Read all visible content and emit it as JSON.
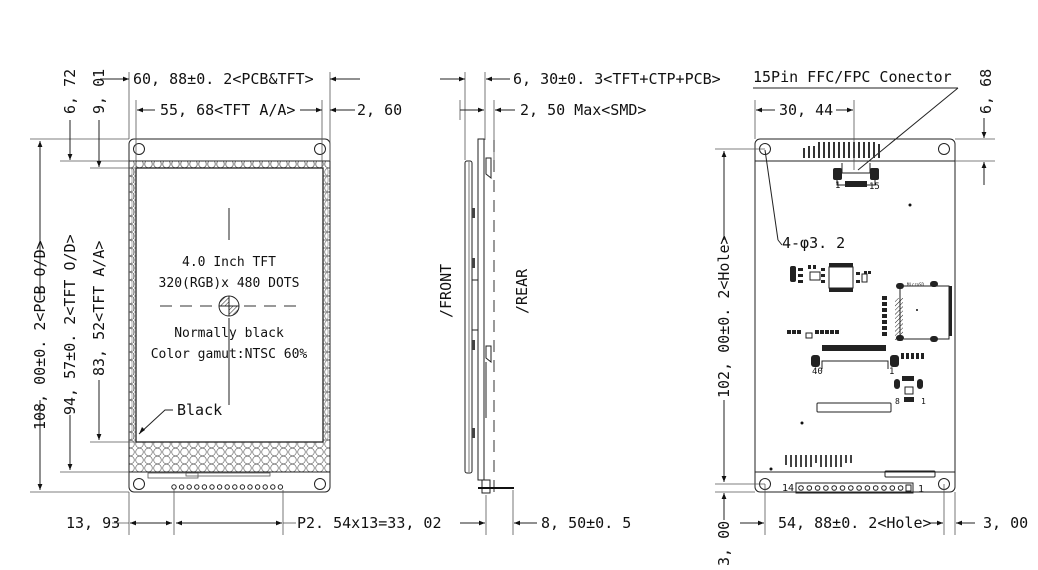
{
  "front_view": {
    "width_pcb_tft": "60, 88±0. 2<PCB&TFT>",
    "width_tft_aa": "55, 68<TFT A/A>",
    "right_margin": "2, 60",
    "top_hole_offset": "6, 72",
    "top_aa_offset": "9, 01",
    "height_pcb": "108, 00±0. 2<PCB O/D>",
    "height_tft_od": "94, 57±0. 2<TFT O/D>",
    "height_tft_aa": "83, 52<TFT A/A>",
    "display_title": "4.0 Inch TFT",
    "display_resolution": "320(RGB)x 480 DOTS",
    "display_mode": "Normally black",
    "display_gamut": "Color gamut:NTSC 60%",
    "black_label": "Black",
    "pin_offset": "13, 93",
    "pin_pitch": "P2. 54x13=33, 02"
  },
  "side_view": {
    "thickness_total": "6, 30±0. 3<TFT+CTP+PCB>",
    "smd_height": "2, 50 Max<SMD>",
    "front_label": "/FRONT",
    "rear_label": "/REAR",
    "pin_length": "8, 50±0. 5"
  },
  "rear_view": {
    "connector_label": "15Pin FFC/FPC Conector",
    "connector_offset": "30, 44",
    "top_offset": "6, 68",
    "hole_spec": "4-φ3. 2",
    "hole_height": "102, 00±0. 2<Hole>",
    "hole_width": "54, 88±0. 2<Hole>",
    "bottom_offset": "3, 00",
    "right_offset": "3, 00",
    "fpc_pin_first": "1",
    "fpc_pin_last": "15",
    "header40_first": "40",
    "header40_last": "1",
    "sd_label": "MicroSD",
    "ic8_first": "8",
    "ic8_last": "1",
    "header14_first": "14",
    "header14_last": "1"
  }
}
